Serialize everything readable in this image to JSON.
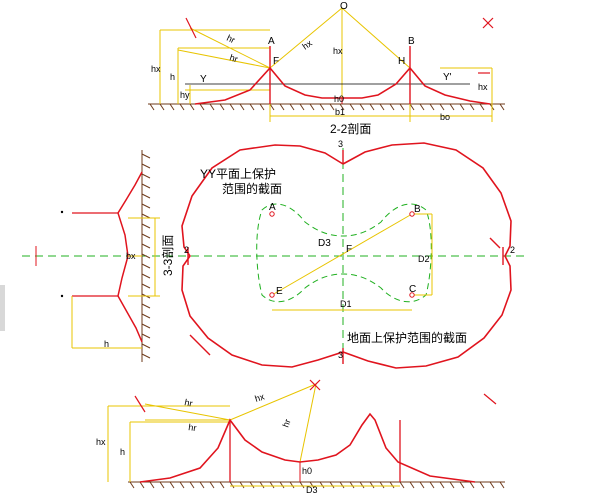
{
  "colors": {
    "red": "#e0141e",
    "yellow": "#e8c400",
    "green": "#20b020",
    "hatch": "#6e3a1a",
    "black": "#000000"
  },
  "top_section": {
    "caption": "2-2剖面",
    "labels": {
      "O": "O",
      "A": "A",
      "B": "B",
      "F": "F",
      "H": "H",
      "Y": "Y",
      "Y_prime": "Y'",
      "hr_1": "hr",
      "hr_2": "hr",
      "hx": "hx",
      "hx_left": "hx",
      "hx_mid": "hx",
      "hx_right": "hx",
      "h": "h",
      "hy": "hy",
      "h0": "h0",
      "b1": "b1",
      "bo": "bo"
    }
  },
  "plan_view": {
    "caption_yy": "YY平面上保护\n范围的截面",
    "caption_yy_line1": "YY平面上保护",
    "caption_yy_line2": "范围的截面",
    "caption_ground": "地面上保护范围的截面",
    "labels": {
      "A": "A",
      "B": "B",
      "C": "C",
      "E": "E",
      "F": "F",
      "D3": "D3",
      "D1": "D1",
      "D2": "D2",
      "mark_3_top": "3",
      "mark_3_bottom": "3",
      "mark_2_left": "2",
      "mark_2_right": "2"
    }
  },
  "left_section": {
    "caption": "3-3剖面",
    "labels": {
      "bx": "bx",
      "h": "h"
    }
  },
  "bottom_section": {
    "labels": {
      "hr_1": "hr",
      "hr_2": "hr",
      "hx_top": "hx",
      "hx_side": "hx",
      "hr_diag": "hr",
      "h": "h",
      "h0": "h0",
      "D3": "D3"
    }
  }
}
